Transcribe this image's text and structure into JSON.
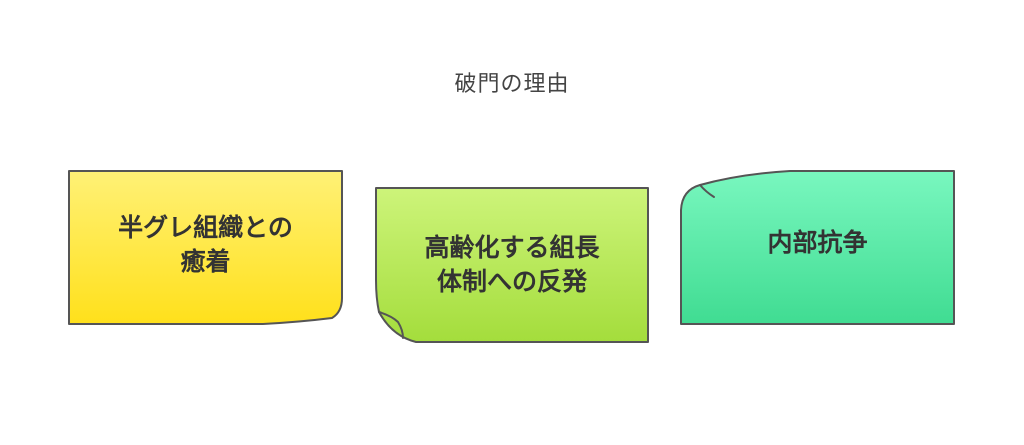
{
  "title": "破門の理由",
  "cards": [
    {
      "lines": [
        "半グレ組織との",
        "癒着"
      ],
      "color_top": "#fff176",
      "color_bottom": "#ffe01b"
    },
    {
      "lines": [
        "高齢化する組長",
        "体制への反発"
      ],
      "color_top": "#cdf47a",
      "color_bottom": "#a4dd3c"
    },
    {
      "lines": [
        "内部抗争"
      ],
      "color_top": "#79f7bf",
      "color_bottom": "#40dc92"
    }
  ],
  "colors": {
    "border": "#555555",
    "text": "#333333",
    "title": "#444444"
  }
}
